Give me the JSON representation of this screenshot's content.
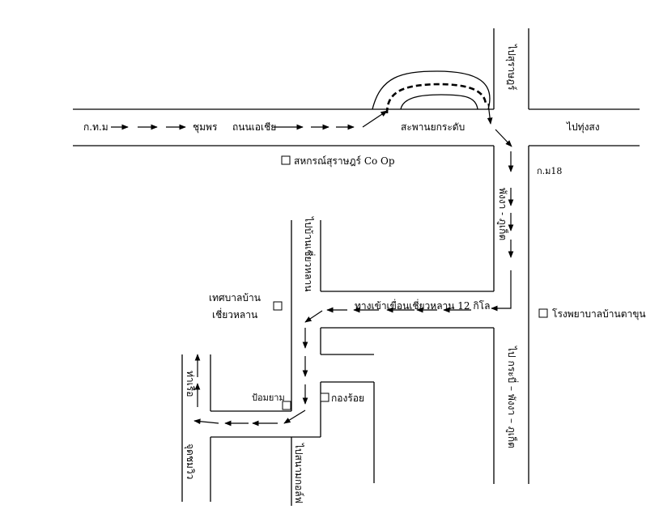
{
  "labels": {
    "bangkok": "ก.ท.ม",
    "chumphon": "ชุมพร",
    "asia_highway": "ถนนเอเชีย",
    "krabi_bridge": "สะพานยกระดับ",
    "to_thung_song": "ไปทุ่งสง",
    "to_surat": "ไปสุราษฎร์",
    "co_op": "สหกรณ์สุราษฎร์ Co Op",
    "km18": "ก.ม18",
    "phang_nga_phuket": "พังงา - ภูเก็ต",
    "to_ban_chiao_lan": "ไปบ้านเชี่ยวหลาน",
    "dam_entrance": "ทางเข้าเขื่อนเชี่ยวหลาน 12 กิโล",
    "municipality_line1": "เทศบาลบ้าน",
    "municipality_line2": "เชี่ยวหลาน",
    "hospital": "โรงพยาบาลบ้านตาขุน",
    "to_krabi_phangnga_phuket": "ไป กระบี่ – พังงา – ภูเก็ต",
    "pier": "ท่าเรือ",
    "police_box": "ป้อมยาม",
    "kong_roi": "กองร้อย",
    "viewpoint": "จุดชมวิว",
    "to_golf_course": "ไปสนามกอล์ฟ"
  },
  "colors": {
    "ink": "#000000",
    "background": "#ffffff"
  },
  "icons": [
    "arrow-icon",
    "square-marker-icon"
  ]
}
